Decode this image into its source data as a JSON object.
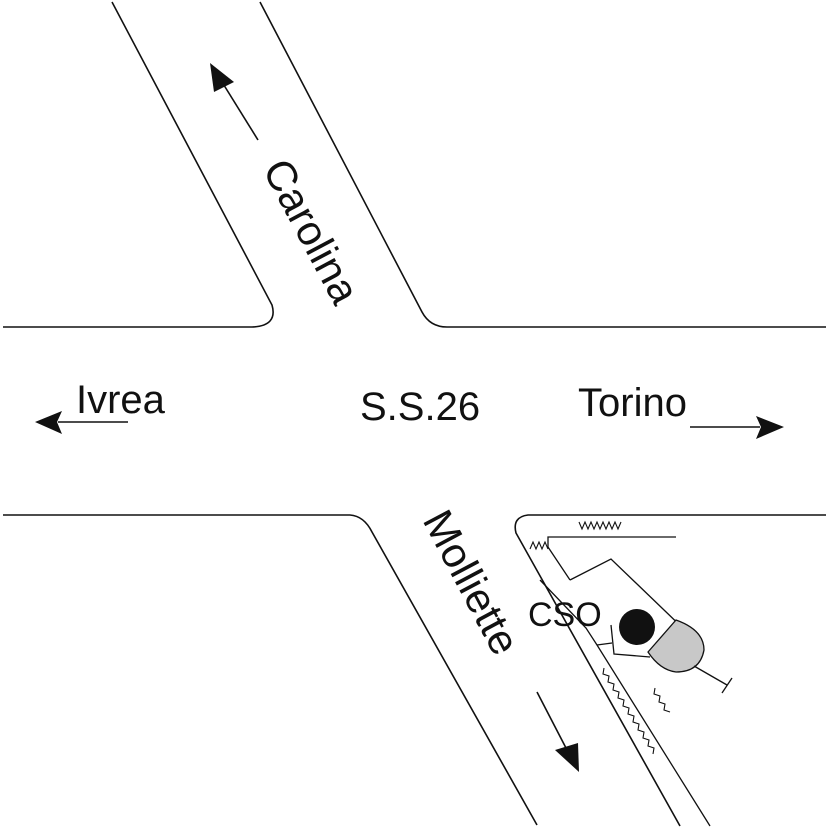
{
  "labels": {
    "west": "Ivrea",
    "center": "S.S.26",
    "east": "Torino",
    "north_road": "Carolina",
    "south_road": "Molliette",
    "cso": "CSO"
  },
  "colors": {
    "line": "#111111",
    "cso_dot": "#111111",
    "cso_cap": "#c8c8c8",
    "background": "#ffffff"
  },
  "icons": {
    "cso_dot": "filled-circle",
    "outlet": "cross-terminal"
  }
}
